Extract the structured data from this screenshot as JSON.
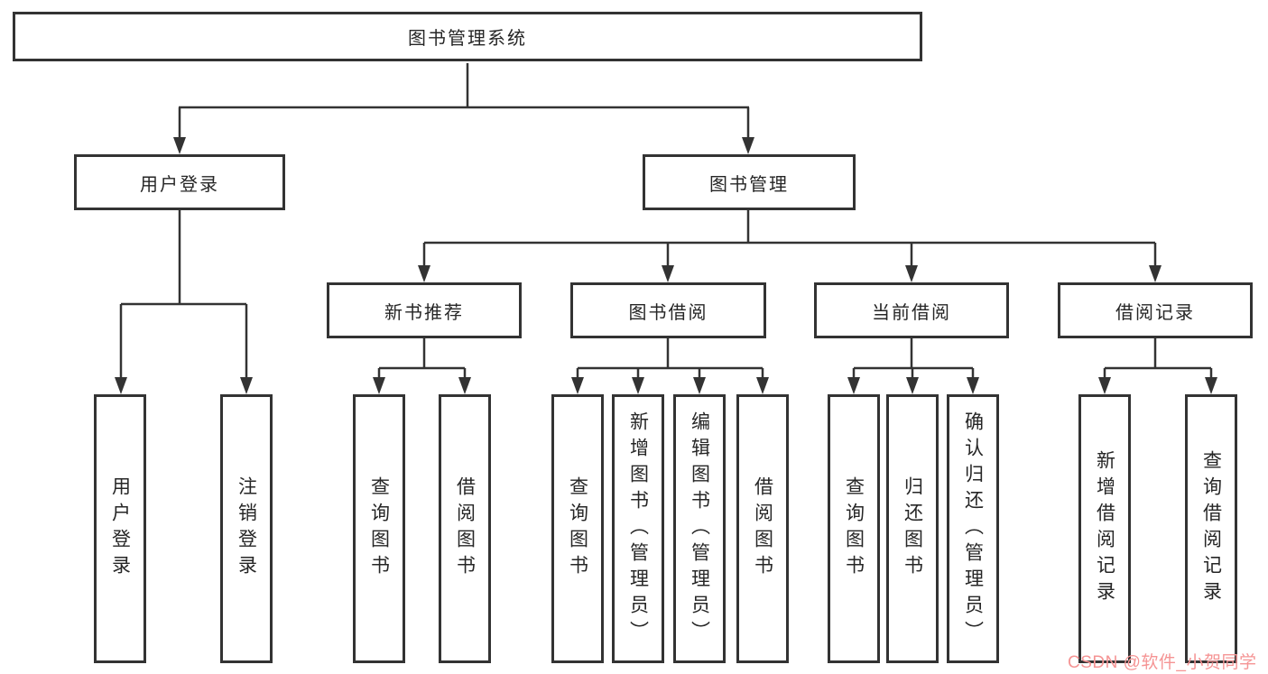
{
  "diagram": {
    "title": "图书管理系统",
    "root": {
      "label": "图书管理系统"
    },
    "level2": [
      {
        "label": "用户登录"
      },
      {
        "label": "图书管理"
      }
    ],
    "level3": [
      {
        "label": "新书推荐",
        "parent": "图书管理"
      },
      {
        "label": "图书借阅",
        "parent": "图书管理"
      },
      {
        "label": "当前借阅",
        "parent": "图书管理"
      },
      {
        "label": "借阅记录",
        "parent": "图书管理"
      }
    ],
    "leaves": [
      {
        "label": "用户登录",
        "parent": "用户登录"
      },
      {
        "label": "注销登录",
        "parent": "用户登录"
      },
      {
        "label": "查询图书",
        "parent": "新书推荐"
      },
      {
        "label": "借阅图书",
        "parent": "新书推荐"
      },
      {
        "label": "查询图书",
        "parent": "图书借阅"
      },
      {
        "label": "新增图书（管理员）",
        "parent": "图书借阅"
      },
      {
        "label": "编辑图书（管理员）",
        "parent": "图书借阅"
      },
      {
        "label": "借阅图书",
        "parent": "图书借阅"
      },
      {
        "label": "查询图书",
        "parent": "当前借阅"
      },
      {
        "label": "归还图书",
        "parent": "当前借阅"
      },
      {
        "label": "确认归还（管理员）",
        "parent": "当前借阅"
      },
      {
        "label": "新增借阅记录",
        "parent": "借阅记录"
      },
      {
        "label": "查询借阅记录",
        "parent": "借阅记录"
      }
    ]
  },
  "watermark": {
    "text": "CSDN @软件_小贺同学",
    "color": "#f59494"
  },
  "colors": {
    "background": "#ffffff",
    "box_fill": "#ffffff",
    "box_border": "#333333",
    "line": "#333333",
    "text": "#262626"
  }
}
